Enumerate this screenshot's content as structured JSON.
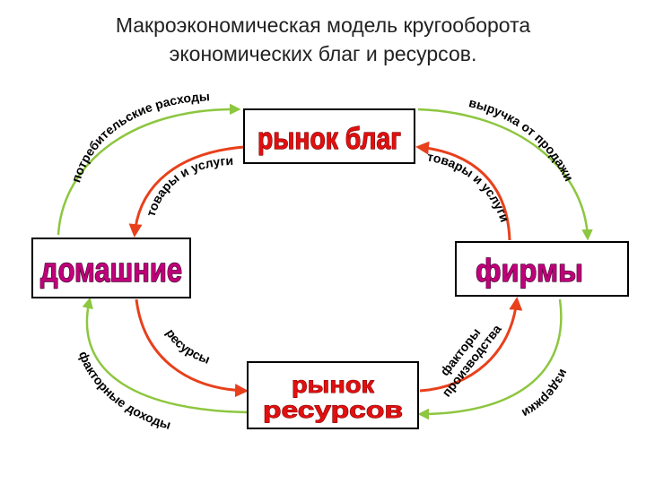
{
  "title": {
    "line1": "Макроэкономическая модель кругооборота",
    "line2": "экономических благ и ресурсов."
  },
  "nodes": {
    "goods_market": "рынок благ",
    "households": "домашние",
    "firms": "фирмы",
    "resources_market_line1": "рынок",
    "resources_market_line2": "ресурсов"
  },
  "flows": {
    "consumer_spending": "потребительские расходы",
    "sales_revenue": "выручка от продажи",
    "goods_services_left": "товары и услуги",
    "goods_services_right": "товары и услуги",
    "resources": "ресурсы",
    "factors_line1": "факторы",
    "factors_line2": "производства",
    "factor_income": "факторные доходы",
    "costs": "издержки"
  },
  "colors": {
    "money_flow": "#8dc63f",
    "real_flow": "#e8401c",
    "box_border": "#000000",
    "box_text_red": "#e01010",
    "box_text_magenta": "#c0007a"
  }
}
